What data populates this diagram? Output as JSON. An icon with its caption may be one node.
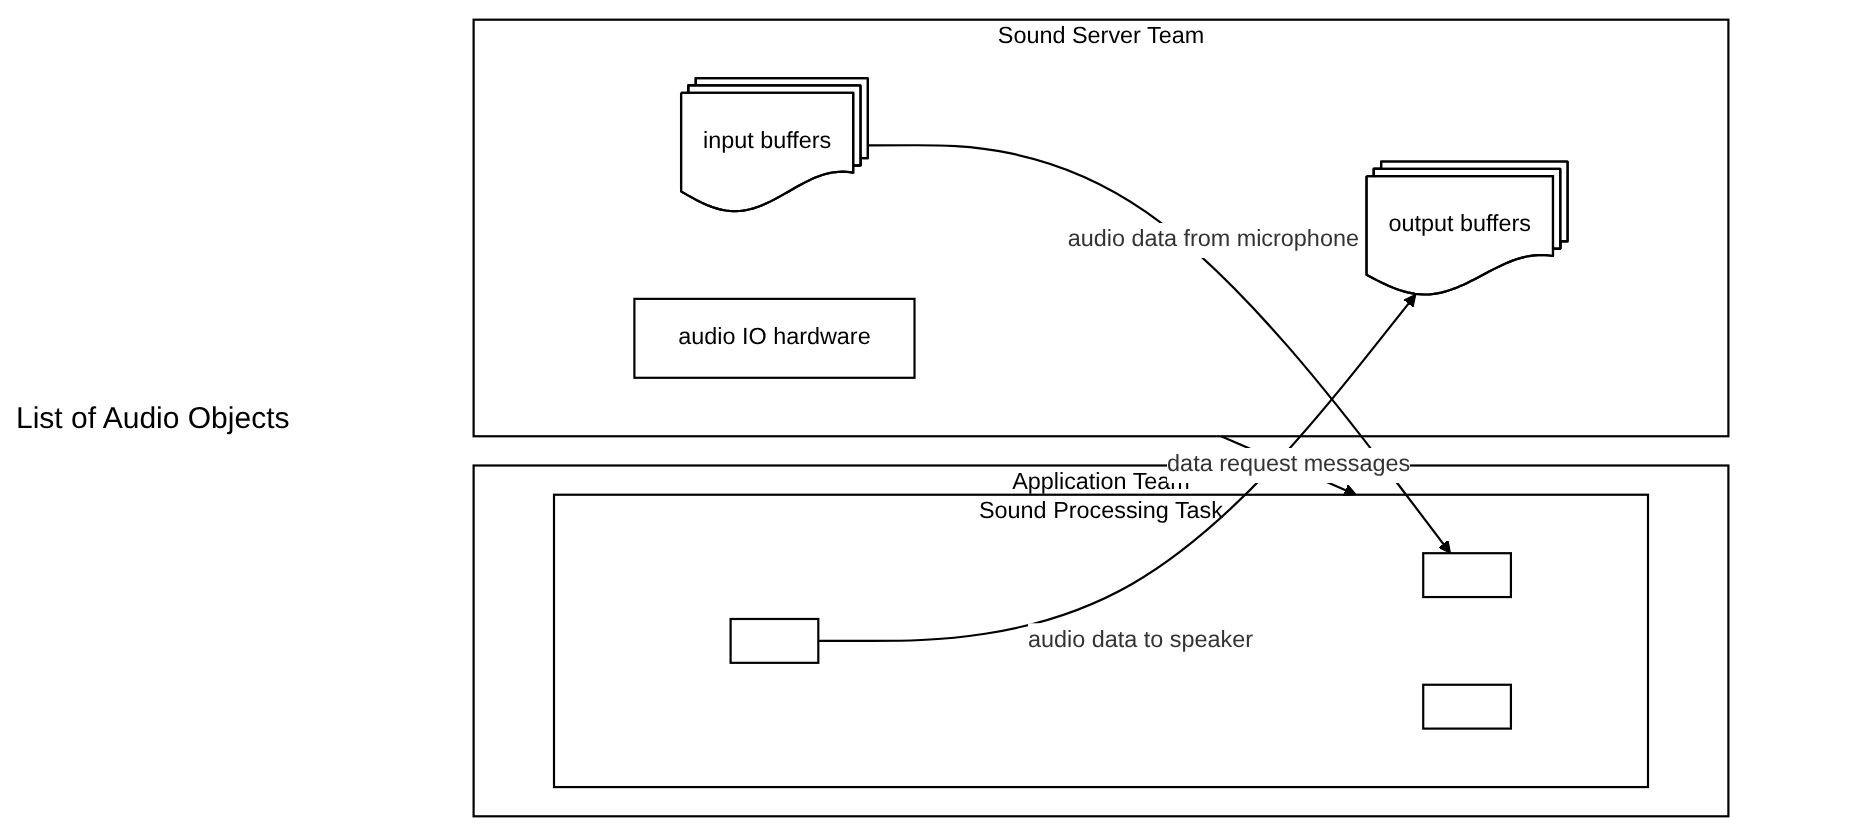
{
  "diagram": {
    "nodes": [
      {
        "text": [
          "Application Team"
        ]
      },
      {
        "text": [
          "Sound Processing Task"
        ],
        "in": 0
      },
      {
        "text": [],
        "shape": "box",
        "in": 1
      },
      {
        "text": [],
        "shape": "box",
        "in": 1
      },
      {
        "text": [],
        "shape": "box",
        "in": 1
      },
      {
        "text": [
          "Sound Server Team"
        ]
      },
      {
        "text": [
          "input buffers"
        ],
        "in": 5
      },
      {
        "text": [
          "output buffers"
        ],
        "in": 5
      },
      {
        "text": [
          "audio IO hardware"
        ],
        "in": 5
      }
    ],
    "edges": [
      {
        "from": 6,
        "to": 2,
        "arrow": "to",
        "label": "audio data from microphone"
      },
      {
        "from": 5,
        "to": 1,
        "arrow": "to",
        "label": "data request messages"
      },
      {
        "from": 4,
        "to": 7,
        "arrow": "to",
        "label": "audio data to speaker"
      }
    ],
    "labels": [
      "List of Audio Objects"
    ]
  }
}
